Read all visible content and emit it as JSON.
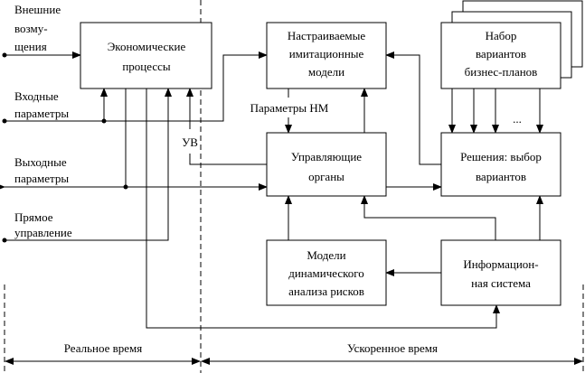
{
  "boxes": {
    "economic": [
      "Экономические",
      "процессы"
    ],
    "models": [
      "Настраиваемые",
      "имитационные",
      "модели"
    ],
    "plans": [
      "Набор",
      "вариантов",
      "бизнес-планов"
    ],
    "control": [
      "Управляющие",
      "органы"
    ],
    "decisions": [
      "Решения: выбор",
      "вариантов"
    ],
    "risk": [
      "Модели",
      "динамического",
      "анализа рисков"
    ],
    "info": [
      "Информацион-",
      "ная система"
    ]
  },
  "inputs": {
    "external": [
      "Внешние",
      "возму-",
      "щения"
    ],
    "input_params": [
      "Входные",
      "параметры"
    ],
    "output_params": [
      "Выходные",
      "параметры"
    ],
    "direct": [
      "Прямое",
      "управление"
    ]
  },
  "labels": {
    "uv": "УВ",
    "nm_params": "Параметры НМ",
    "ellipsis": "...",
    "real_time": "Реальное время",
    "accel_time": "Ускоренное время"
  }
}
